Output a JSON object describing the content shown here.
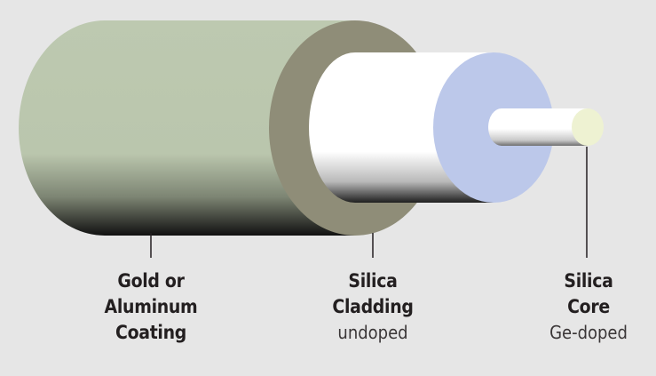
{
  "labels": {
    "coating": {
      "line1": "Gold or",
      "line2": "Aluminum",
      "line3": "Coating"
    },
    "cladding": {
      "line1": "Silica",
      "line2": "Cladding",
      "sub": "undoped"
    },
    "core": {
      "line1": "Silica",
      "line2": "Core",
      "sub": "Ge-doped"
    }
  },
  "colors": {
    "background": "#e6e6e6",
    "coating_body": "#bdc9b0",
    "coating_end": "#8f8d78",
    "cladding_body": "#ffffff",
    "cladding_end": "#bcc8ea",
    "core_body": "#ffffff",
    "core_end": "#eef2d2",
    "leader_line": "#231f20"
  }
}
